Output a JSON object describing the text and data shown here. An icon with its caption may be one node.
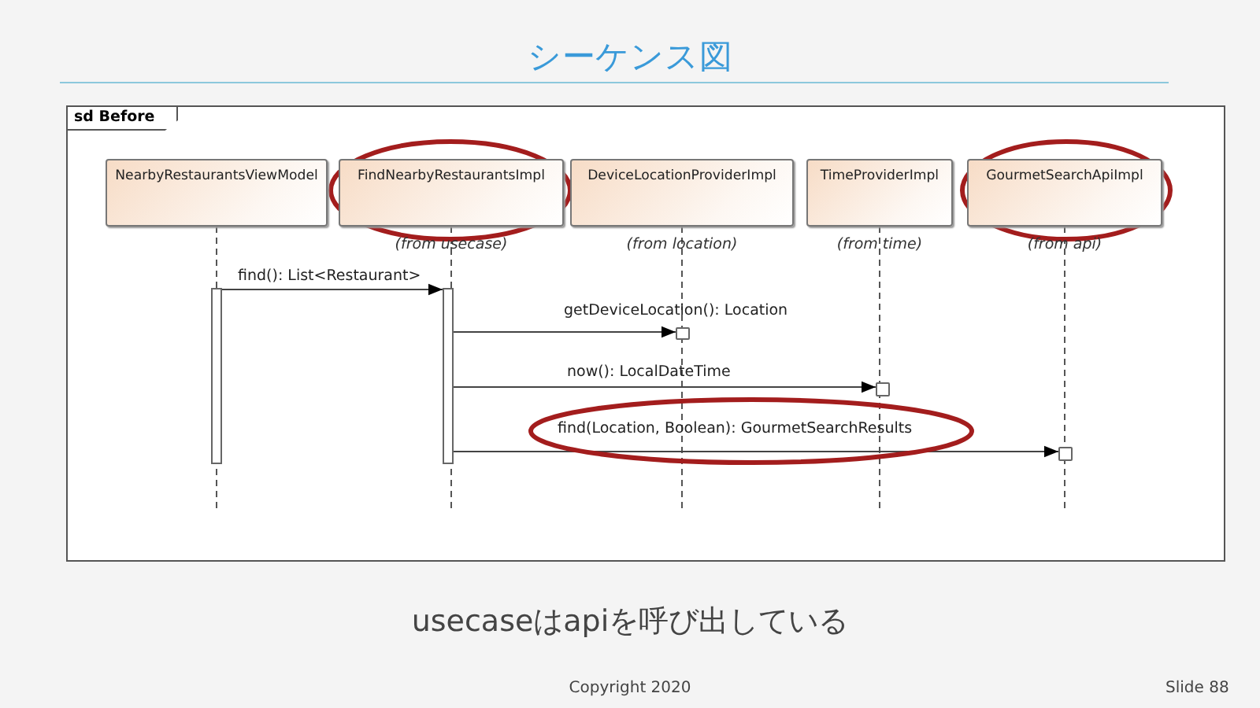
{
  "diagram": {
    "title": "シーケンス図",
    "nodes": [
      {
        "text": [
          "sd Before"
        ]
      },
      {
        "text": [
          "NearbyRestaurantsViewModel"
        ],
        "in": 0
      },
      {
        "text": [
          "FindNearbyRestaurantsImpl"
        ],
        "in": 0,
        "beside": [
          "(from usecase)"
        ]
      },
      {
        "text": [
          "DeviceLocationProviderImpl"
        ],
        "in": 0,
        "beside": [
          "(from location)"
        ]
      },
      {
        "text": [
          "TimeProviderImpl"
        ],
        "in": 0,
        "beside": [
          "(from time)"
        ]
      },
      {
        "text": [
          "GourmetSearchApiImpl"
        ],
        "in": 0,
        "beside": [
          "(from api)"
        ]
      },
      {
        "text": [],
        "shape": "bar",
        "in": 0
      },
      {
        "text": [],
        "shape": "bar",
        "in": 0
      },
      {
        "text": [],
        "shape": "box",
        "in": 0
      },
      {
        "text": [],
        "shape": "box",
        "in": 0
      },
      {
        "text": [],
        "shape": "box",
        "in": 0
      }
    ],
    "edges": [
      {
        "from": 6,
        "to": 7,
        "arrow": "to",
        "label": "find(): List<Restaurant>"
      },
      {
        "from": 7,
        "to": 8,
        "arrow": "to",
        "label": "getDeviceLocation(): Location"
      },
      {
        "from": 7,
        "to": 9,
        "arrow": "to",
        "label": "now(): LocalDateTime"
      },
      {
        "from": 7,
        "to": 10,
        "arrow": "to",
        "label": "find(Location, Boolean): GourmetSearchResults"
      }
    ],
    "labels": [
      "usecaseはapiを呼び出している",
      "Copyright 2020",
      "Slide 88"
    ]
  }
}
